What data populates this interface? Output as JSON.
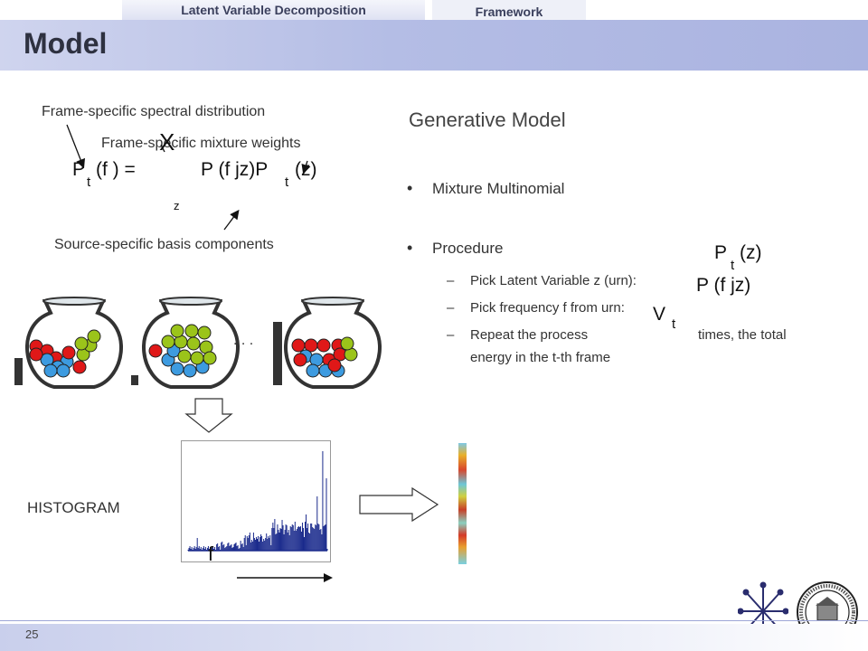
{
  "header": {
    "tab_left": "Latent Variable Decomposition",
    "tab_right": "Framework",
    "title": "Model"
  },
  "annotations": {
    "spectral": "Frame-specific spectral distribution",
    "weights": "Frame-specific mixture weights",
    "basis": "Source-specific basis components"
  },
  "equation": {
    "lhs": "P",
    "lhs_sub": "t",
    "lhs_arg": "(f ) =",
    "sum": "X",
    "rhs1": "P (f jz)P",
    "rhs_sub": "t",
    "rhs2": "(z)",
    "sum_index": "z"
  },
  "right_panel": {
    "heading": "Generative Model",
    "bullet1": "Mixture Multinomial",
    "bullet2": "Procedure",
    "sub1": "Pick Latent Variable z (urn):",
    "sub2": "Pick frequency f from urn:",
    "sub3a": "Repeat the process",
    "sub3b": "times, the total",
    "sub3c": "energy in the t-th frame",
    "dash": "–",
    "bullet_mark": "•",
    "ptz": "P",
    "ptz_sub": "t",
    "ptz_arg": "(z)",
    "pfz": "P (f jz)",
    "vt": "V",
    "vt_sub": "t"
  },
  "illustration": {
    "ellipsis": ". . .",
    "histogram_label": "HISTOGRAM",
    "axis_label": "f"
  },
  "footer": {
    "slide_number": "25"
  },
  "colors": {
    "title_band": "#b4bde5",
    "ball_red": "#e01818",
    "ball_blue": "#3d9be0",
    "ball_green": "#9bc41a",
    "histogram": "#1a2a8c"
  }
}
